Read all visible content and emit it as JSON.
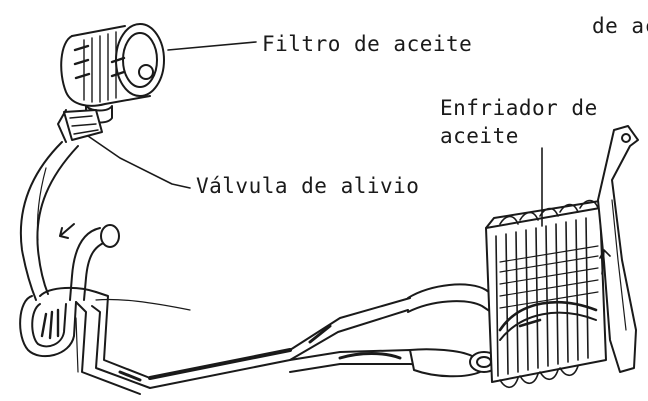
{
  "labels": {
    "filtro": "Filtro de aceite",
    "valvula": "Válvula de alivio",
    "enfriador_line1": "Enfriador de",
    "enfriador_line2": "aceite",
    "clipped_top_right": "de ac"
  },
  "colors": {
    "ink": "#1a1a1a",
    "background": "#ffffff"
  }
}
